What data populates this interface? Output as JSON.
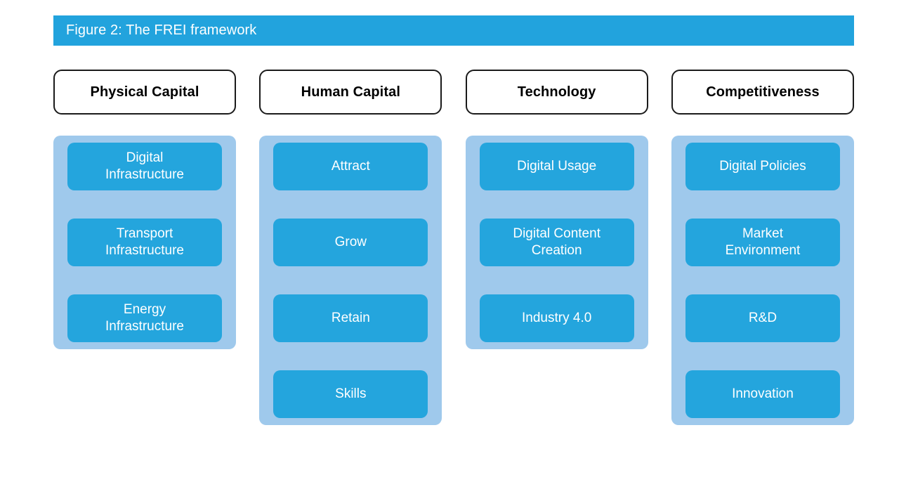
{
  "figure": {
    "title": "Figure 2: The FREI framework",
    "accent_color": "#22A3DD",
    "group_color": "#9FC9EC",
    "item_color": "#24A5DD",
    "header_border_color": "#1A1A1A",
    "text_on_accent": "#FFFFFF"
  },
  "columns": [
    {
      "pillar": "Physical Capital",
      "items": [
        {
          "label": "Digital\nInfrastructure"
        },
        {
          "label": "Transport\nInfrastructure"
        },
        {
          "label": "Energy\nInfrastructure"
        }
      ]
    },
    {
      "pillar": "Human Capital",
      "items": [
        {
          "label": "Attract"
        },
        {
          "label": "Grow"
        },
        {
          "label": "Retain"
        },
        {
          "label": "Skills"
        }
      ]
    },
    {
      "pillar": "Technology",
      "items": [
        {
          "label": "Digital Usage"
        },
        {
          "label": "Digital Content\nCreation"
        },
        {
          "label": "Industry 4.0"
        }
      ]
    },
    {
      "pillar": "Competitiveness",
      "items": [
        {
          "label": "Digital Policies"
        },
        {
          "label": "Market\nEnvironment"
        },
        {
          "label": "R&D"
        },
        {
          "label": "Innovation"
        }
      ]
    }
  ]
}
